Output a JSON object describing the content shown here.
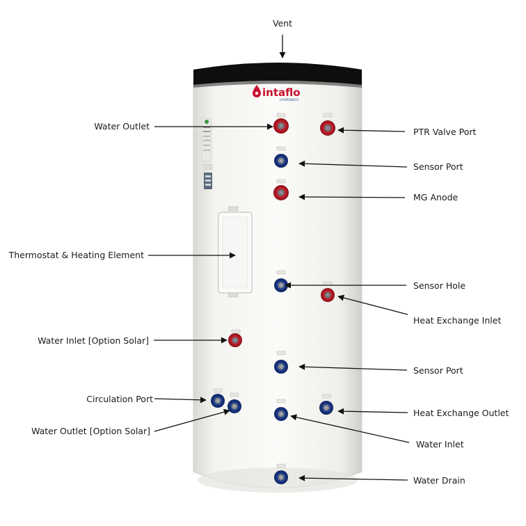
{
  "brand": {
    "name": "intaflo",
    "sub": "HYDRONICS",
    "color": "#c8102e",
    "sub_color": "#2a4a8a"
  },
  "colors": {
    "port_red": "#c41e2a",
    "port_blue": "#1b3a8c",
    "tank_body": "#f4f4f2",
    "tank_cap": "#0e0e0e",
    "arrow": "#111111"
  },
  "labels": {
    "vent": "Vent",
    "water_outlet": "Water Outlet",
    "ptr_valve_port": "PTR Valve Port",
    "sensor_port_1": "Sensor Port",
    "mg_anode": "MG Anode",
    "thermostat": "Thermostat & Heating Element",
    "sensor_hole": "Sensor Hole",
    "heat_exchange_inlet": "Heat Exchange Inlet",
    "water_inlet_solar": "Water Inlet [Option Solar]",
    "sensor_port_2": "Sensor Port",
    "circulation_port": "Circulation Port",
    "heat_exchange_outlet": "Heat Exchange Outlet",
    "water_outlet_solar": "Water Outlet [Option Solar]",
    "water_inlet": "Water Inlet",
    "water_drain": "Water Drain"
  }
}
